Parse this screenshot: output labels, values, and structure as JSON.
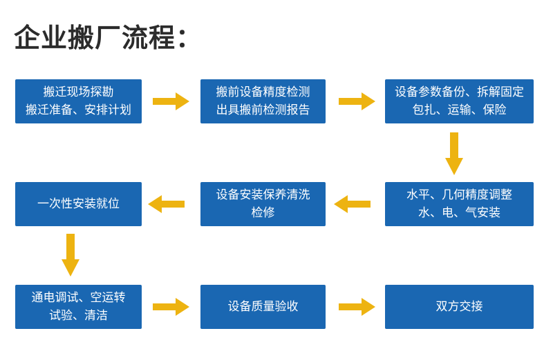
{
  "page": {
    "title": "企业搬厂流程："
  },
  "colors": {
    "box_blue": "#1A67B2",
    "arrow_gold": "#EDB311",
    "title_dark": "#2B2B2B",
    "box_text": "#FFFFFF",
    "page_bg": "#FFFFFF"
  },
  "flowchart": {
    "steps": [
      {
        "id": 1,
        "lines": [
          "搬迁现场探勘",
          "搬迁准备、安排计划"
        ]
      },
      {
        "id": 2,
        "lines": [
          "搬前设备精度检测",
          "出具搬前检测报告"
        ]
      },
      {
        "id": 3,
        "lines": [
          "设备参数备份、拆解固定",
          "包扎、运输、保险"
        ]
      },
      {
        "id": 4,
        "lines": [
          "水平、几何精度调整",
          "水、电、气安装"
        ]
      },
      {
        "id": 5,
        "lines": [
          "设备安装保养清洗",
          "检修"
        ]
      },
      {
        "id": 6,
        "lines": [
          "一次性安装就位"
        ]
      },
      {
        "id": 7,
        "lines": [
          "通电调试、空运转",
          "试验、清洁"
        ]
      },
      {
        "id": 8,
        "lines": [
          "设备质量验收"
        ]
      },
      {
        "id": 9,
        "lines": [
          "双方交接"
        ]
      }
    ],
    "connections": [
      {
        "from": 1,
        "to": 2,
        "direction": "right"
      },
      {
        "from": 2,
        "to": 3,
        "direction": "right"
      },
      {
        "from": 3,
        "to": 4,
        "direction": "down"
      },
      {
        "from": 4,
        "to": 5,
        "direction": "left"
      },
      {
        "from": 5,
        "to": 6,
        "direction": "left"
      },
      {
        "from": 6,
        "to": 7,
        "direction": "down"
      },
      {
        "from": 7,
        "to": 8,
        "direction": "right"
      },
      {
        "from": 8,
        "to": 9,
        "direction": "right"
      }
    ]
  }
}
